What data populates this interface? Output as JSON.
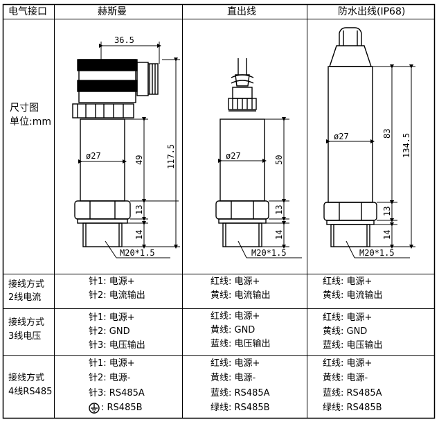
{
  "headers": {
    "col1": "电气接口",
    "col2": "赫斯曼",
    "col3": "直出线",
    "col4": "防水出线(IP68)"
  },
  "dimension_row": {
    "label_line1": "尺寸图",
    "label_line2": "单位:mm"
  },
  "dims": {
    "hirschmann": {
      "top": "36.5",
      "dia": "ø27",
      "body": "49",
      "total": "117.5",
      "hex": "13",
      "thread": "14",
      "m20": "M20*1.5"
    },
    "direct": {
      "dia": "ø27",
      "body": "50",
      "hex": "13",
      "thread": "14",
      "m20": "M20*1.5"
    },
    "ip68": {
      "dia": "ø27",
      "body": "83",
      "total": "134.5",
      "hex": "13",
      "thread": "14",
      "m20": "M20*1.5"
    }
  },
  "rows": [
    {
      "label": [
        "接线方式",
        "2线电流"
      ],
      "hirschmann": [
        "针1: 电源+",
        "针2: 电流输出"
      ],
      "direct": [
        "红线: 电源+",
        "黄线: 电流输出"
      ],
      "ip68": [
        "红线: 电源+",
        "黄线: 电流输出"
      ]
    },
    {
      "label": [
        "接线方式",
        "3线电压"
      ],
      "hirschmann": [
        "针1: 电源+",
        "针2: GND",
        "针3: 电压输出"
      ],
      "direct": [
        "红线: 电源+",
        "黄线: GND",
        "蓝线: 电压输出"
      ],
      "ip68": [
        "红线: 电源+",
        "黄线: GND",
        "蓝线: 电压输出"
      ]
    },
    {
      "label": [
        "接线方式",
        "4线RS485"
      ],
      "hirschmann": [
        "针1: 电源+",
        "针2: 电源-",
        "针3: RS485A",
        ": RS485B"
      ],
      "direct": [
        "红线: 电源+",
        "黄线: 电源-",
        "蓝线: RS485A",
        "绿线: RS485B"
      ],
      "ip68": [
        "红线: 电源+",
        "黄线: 电源-",
        "蓝线: RS485A",
        "绿线: RS485B"
      ]
    }
  ],
  "icons": {
    "ground": "ground-symbol-icon"
  }
}
